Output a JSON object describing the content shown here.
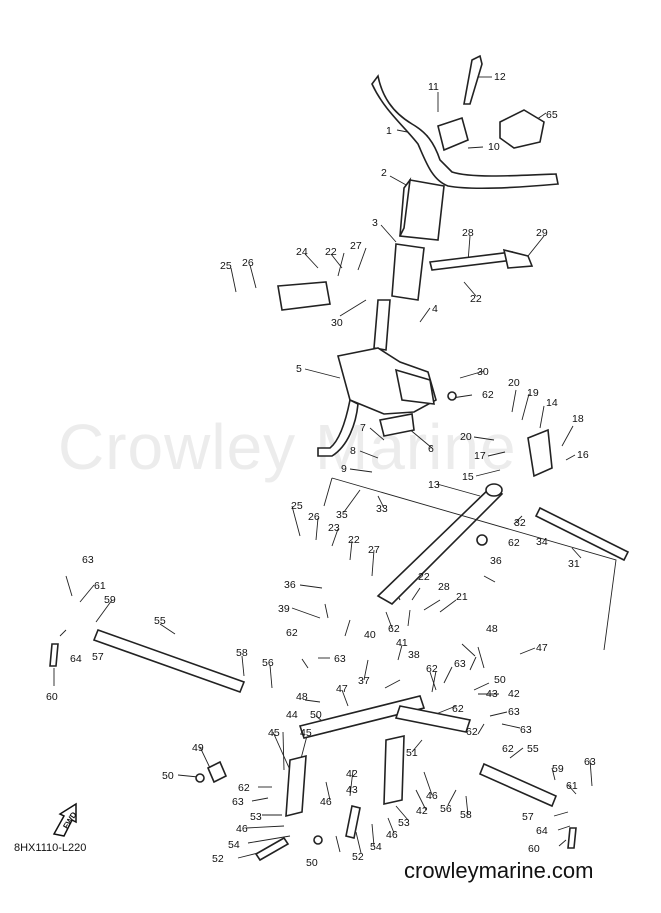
{
  "watermark_text": "Crowley Marine",
  "drawing_code": "8HX1110-L220",
  "site_url": "crowleymarine.com",
  "fwd_label": "FWD",
  "callouts": [
    {
      "id": "c1",
      "text": "1"
    },
    {
      "id": "c2",
      "text": "2"
    },
    {
      "id": "c3",
      "text": "3"
    },
    {
      "id": "c4",
      "text": "4"
    },
    {
      "id": "c5",
      "text": "5"
    },
    {
      "id": "c6",
      "text": "6"
    },
    {
      "id": "c7",
      "text": "7"
    },
    {
      "id": "c8",
      "text": "8"
    },
    {
      "id": "c9",
      "text": "9"
    },
    {
      "id": "c10",
      "text": "10"
    },
    {
      "id": "c11",
      "text": "11"
    },
    {
      "id": "c12",
      "text": "12"
    },
    {
      "id": "c13",
      "text": "13"
    },
    {
      "id": "c14",
      "text": "14"
    },
    {
      "id": "c15",
      "text": "15"
    },
    {
      "id": "c16",
      "text": "16"
    },
    {
      "id": "c17",
      "text": "17"
    },
    {
      "id": "c18",
      "text": "18"
    },
    {
      "id": "c19",
      "text": "19"
    },
    {
      "id": "c20a",
      "text": "20"
    },
    {
      "id": "c20b",
      "text": "20"
    },
    {
      "id": "c21",
      "text": "21"
    },
    {
      "id": "c22a",
      "text": "22"
    },
    {
      "id": "c22b",
      "text": "22"
    },
    {
      "id": "c22c",
      "text": "22"
    },
    {
      "id": "c22d",
      "text": "22"
    },
    {
      "id": "c23",
      "text": "23"
    },
    {
      "id": "c24",
      "text": "24"
    },
    {
      "id": "c25a",
      "text": "25"
    },
    {
      "id": "c25b",
      "text": "25"
    },
    {
      "id": "c26a",
      "text": "26"
    },
    {
      "id": "c26b",
      "text": "26"
    },
    {
      "id": "c27a",
      "text": "27"
    },
    {
      "id": "c27b",
      "text": "27"
    },
    {
      "id": "c28a",
      "text": "28"
    },
    {
      "id": "c28b",
      "text": "28"
    },
    {
      "id": "c29",
      "text": "29"
    },
    {
      "id": "c30a",
      "text": "30"
    },
    {
      "id": "c30b",
      "text": "30"
    },
    {
      "id": "c31",
      "text": "31"
    },
    {
      "id": "c32",
      "text": "32"
    },
    {
      "id": "c33",
      "text": "33"
    },
    {
      "id": "c34",
      "text": "34"
    },
    {
      "id": "c35",
      "text": "35"
    },
    {
      "id": "c36a",
      "text": "36"
    },
    {
      "id": "c36b",
      "text": "36"
    },
    {
      "id": "c37",
      "text": "37"
    },
    {
      "id": "c38",
      "text": "38"
    },
    {
      "id": "c39",
      "text": "39"
    },
    {
      "id": "c40",
      "text": "40"
    },
    {
      "id": "c41",
      "text": "41"
    },
    {
      "id": "c42a",
      "text": "42"
    },
    {
      "id": "c42b",
      "text": "42"
    },
    {
      "id": "c42c",
      "text": "42"
    },
    {
      "id": "c43a",
      "text": "43"
    },
    {
      "id": "c43b",
      "text": "43"
    },
    {
      "id": "c44",
      "text": "44"
    },
    {
      "id": "c45a",
      "text": "45"
    },
    {
      "id": "c45b",
      "text": "45"
    },
    {
      "id": "c46a",
      "text": "46"
    },
    {
      "id": "c46b",
      "text": "46"
    },
    {
      "id": "c46c",
      "text": "46"
    },
    {
      "id": "c46d",
      "text": "46"
    },
    {
      "id": "c47a",
      "text": "47"
    },
    {
      "id": "c47b",
      "text": "47"
    },
    {
      "id": "c48a",
      "text": "48"
    },
    {
      "id": "c48b",
      "text": "48"
    },
    {
      "id": "c49",
      "text": "49"
    },
    {
      "id": "c50a",
      "text": "50"
    },
    {
      "id": "c50b",
      "text": "50"
    },
    {
      "id": "c50c",
      "text": "50"
    },
    {
      "id": "c50d",
      "text": "50"
    },
    {
      "id": "c51",
      "text": "51"
    },
    {
      "id": "c52a",
      "text": "52"
    },
    {
      "id": "c52b",
      "text": "52"
    },
    {
      "id": "c53a",
      "text": "53"
    },
    {
      "id": "c53b",
      "text": "53"
    },
    {
      "id": "c54a",
      "text": "54"
    },
    {
      "id": "c54b",
      "text": "54"
    },
    {
      "id": "c55a",
      "text": "55"
    },
    {
      "id": "c55b",
      "text": "55"
    },
    {
      "id": "c56a",
      "text": "56"
    },
    {
      "id": "c56b",
      "text": "56"
    },
    {
      "id": "c57a",
      "text": "57"
    },
    {
      "id": "c57b",
      "text": "57"
    },
    {
      "id": "c58a",
      "text": "58"
    },
    {
      "id": "c58b",
      "text": "58"
    },
    {
      "id": "c59a",
      "text": "59"
    },
    {
      "id": "c59b",
      "text": "59"
    },
    {
      "id": "c60a",
      "text": "60"
    },
    {
      "id": "c60b",
      "text": "60"
    },
    {
      "id": "c61a",
      "text": "61"
    },
    {
      "id": "c61b",
      "text": "61"
    },
    {
      "id": "c62a",
      "text": "62"
    },
    {
      "id": "c62b",
      "text": "62"
    },
    {
      "id": "c62c",
      "text": "62"
    },
    {
      "id": "c62d",
      "text": "62"
    },
    {
      "id": "c62e",
      "text": "62"
    },
    {
      "id": "c62f",
      "text": "62"
    },
    {
      "id": "c62g",
      "text": "62"
    },
    {
      "id": "c62h",
      "text": "62"
    },
    {
      "id": "c62i",
      "text": "62"
    },
    {
      "id": "c63a",
      "text": "63"
    },
    {
      "id": "c63b",
      "text": "63"
    },
    {
      "id": "c63c",
      "text": "63"
    },
    {
      "id": "c63d",
      "text": "63"
    },
    {
      "id": "c63e",
      "text": "63"
    },
    {
      "id": "c63f",
      "text": "63"
    },
    {
      "id": "c63g",
      "text": "63"
    },
    {
      "id": "c64a",
      "text": "64"
    },
    {
      "id": "c64b",
      "text": "64"
    },
    {
      "id": "c65",
      "text": "65"
    }
  ]
}
